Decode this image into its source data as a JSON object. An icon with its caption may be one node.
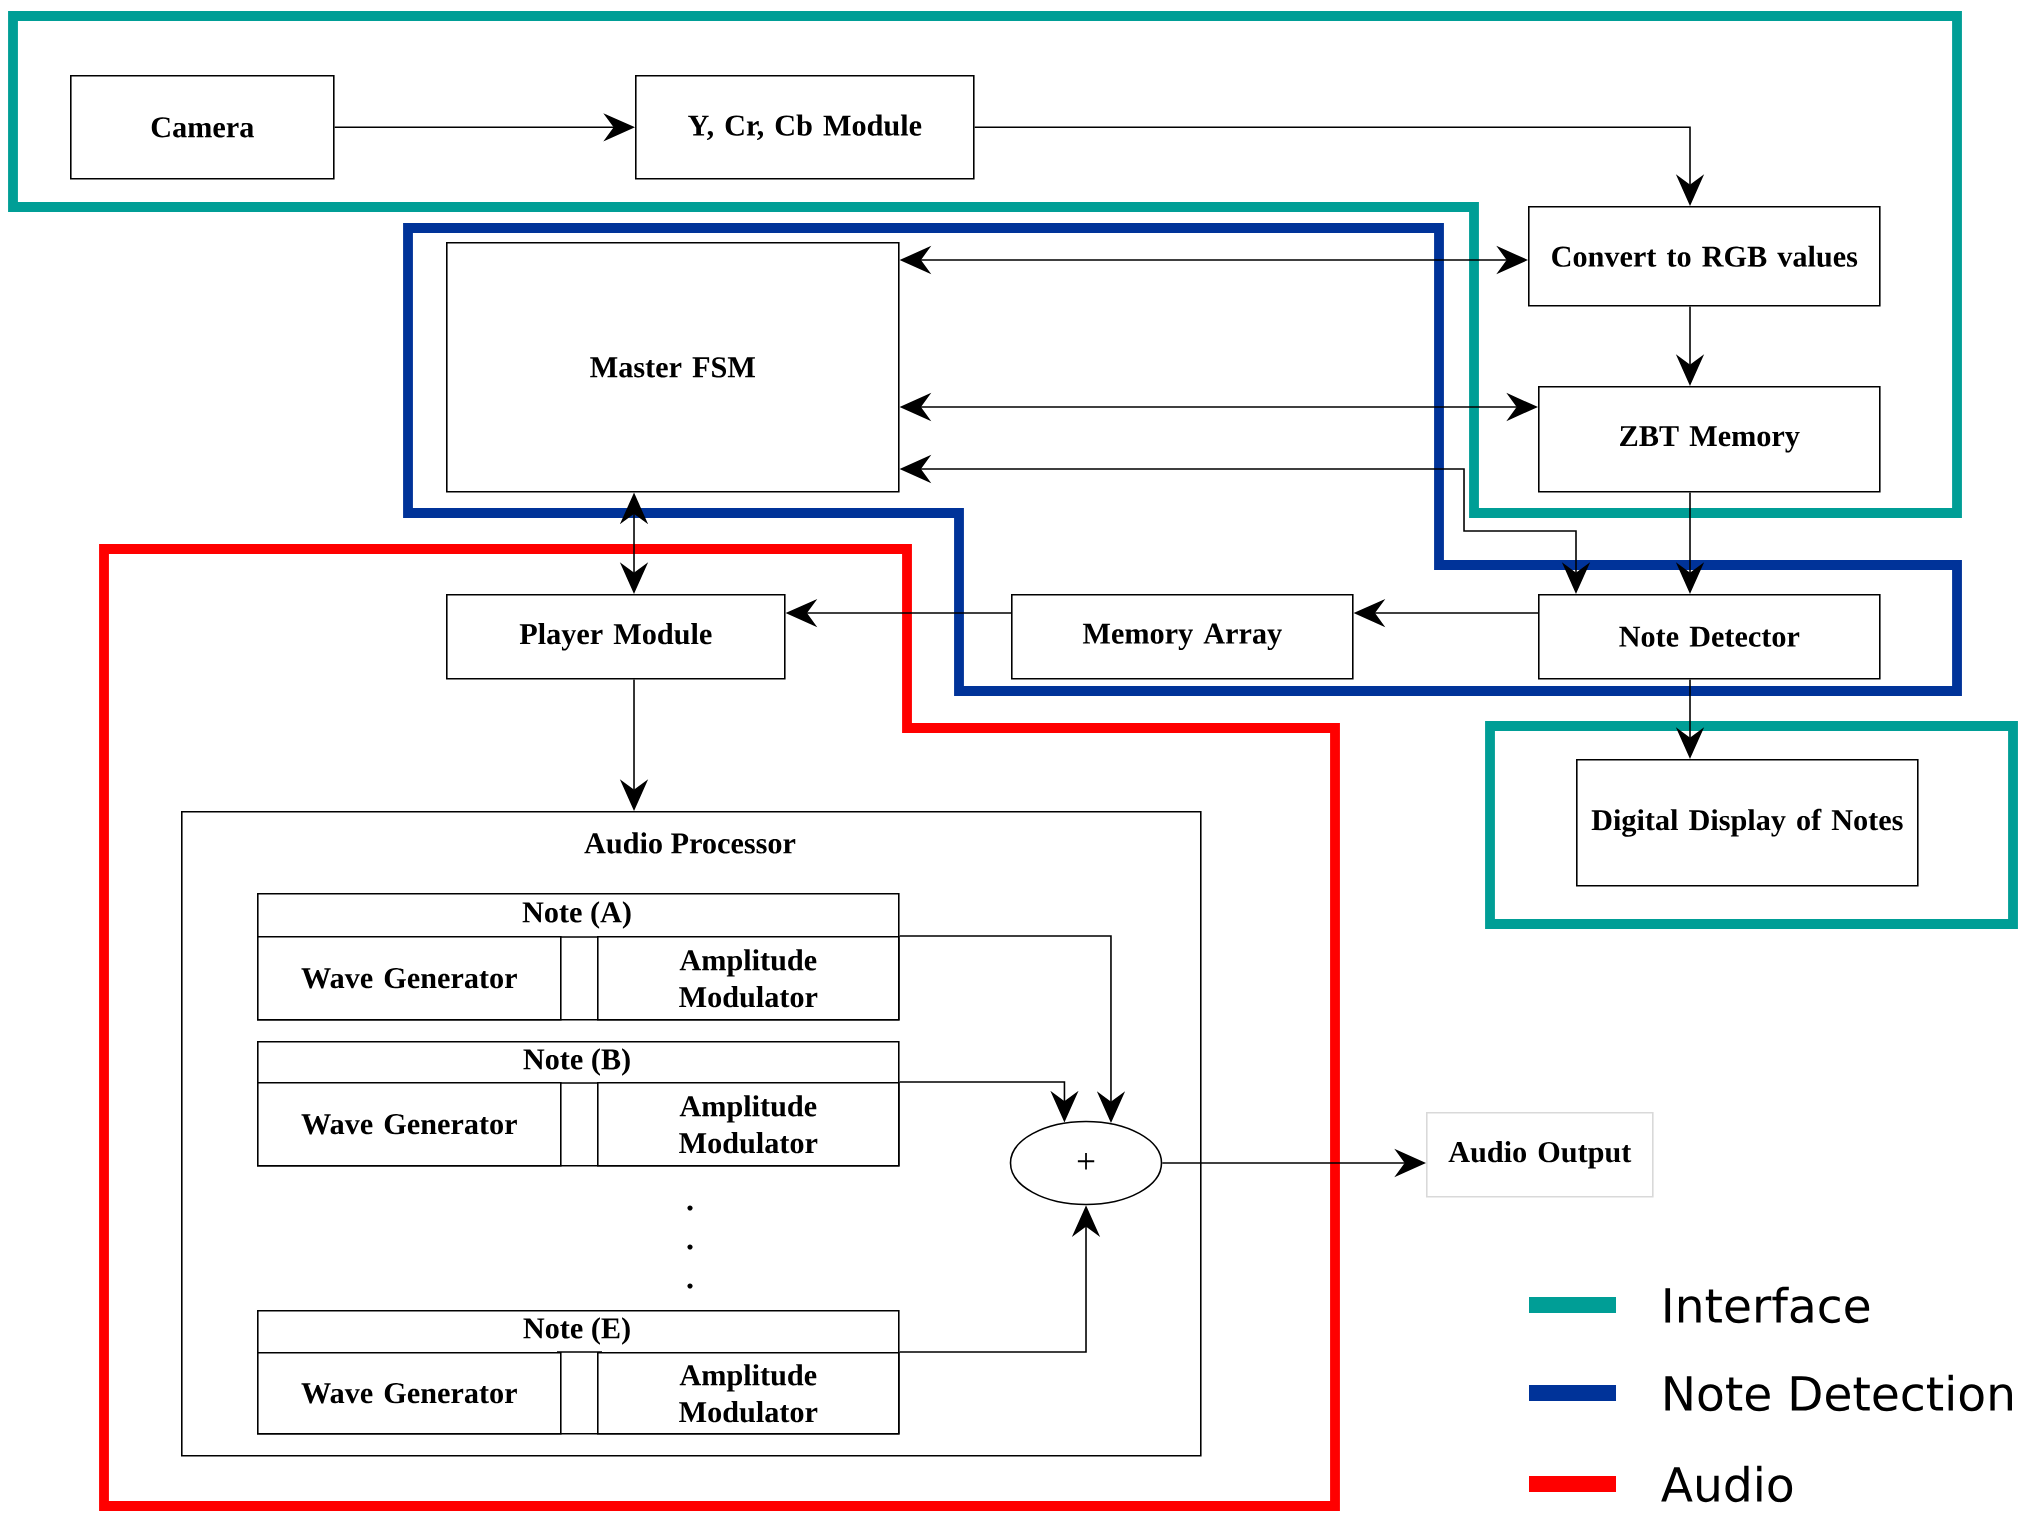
{
  "diagram": {
    "nodes": [
      {
        "text": [
          "Camera"
        ]
      },
      {
        "text": [
          "Y, Cr, Cb Module"
        ]
      },
      {
        "text": [
          "Convert to RGB values"
        ]
      },
      {
        "text": [
          "Master FSM"
        ]
      },
      {
        "text": [
          "ZBT Memory"
        ]
      },
      {
        "text": [
          "Player Module"
        ]
      },
      {
        "text": [
          "Memory Array"
        ]
      },
      {
        "text": [
          "Note Detector"
        ]
      },
      {
        "text": [
          "Digital Display of Notes"
        ]
      },
      {
        "text": [
          "Audio Processor"
        ]
      },
      {
        "text": [
          "Note (A)"
        ],
        "in": 9
      },
      {
        "text": [
          "Wave Generator"
        ],
        "in": 10
      },
      {
        "text": [
          "Amplitude Modulator"
        ],
        "in": 10
      },
      {
        "text": [
          "Note (B)"
        ],
        "in": 9
      },
      {
        "text": [
          "Wave Generator"
        ],
        "in": 13
      },
      {
        "text": [
          "Amplitude Modulator"
        ],
        "in": 13
      },
      {
        "text": [
          "Note (E)"
        ],
        "in": 9
      },
      {
        "text": [
          "Wave Generator"
        ],
        "in": 16
      },
      {
        "text": [
          "Amplitude Modulator"
        ],
        "in": 16
      },
      {
        "text": [
          "+"
        ],
        "in": 9
      },
      {
        "text": [
          "Audio Output"
        ]
      }
    ],
    "edges": [
      {
        "from": 0,
        "to": 1,
        "arrow": "to"
      },
      {
        "from": 1,
        "to": 2,
        "arrow": "to"
      },
      {
        "from": 3,
        "to": 2,
        "arrow": "both"
      },
      {
        "from": 2,
        "to": 4,
        "arrow": "to"
      },
      {
        "from": 3,
        "to": 4,
        "arrow": "both"
      },
      {
        "from": 4,
        "to": 7,
        "arrow": "to"
      },
      {
        "from": 3,
        "to": 7,
        "arrow": "both"
      },
      {
        "from": 7,
        "to": 6,
        "arrow": "to"
      },
      {
        "from": 6,
        "to": 5,
        "arrow": "to"
      },
      {
        "from": 3,
        "to": 5,
        "arrow": "both"
      },
      {
        "from": 5,
        "to": 9,
        "arrow": "to"
      },
      {
        "from": 7,
        "to": 8,
        "arrow": "to"
      },
      {
        "from": 10,
        "to": 19,
        "arrow": "to"
      },
      {
        "from": 13,
        "to": 19,
        "arrow": "to"
      },
      {
        "from": 16,
        "to": 19,
        "arrow": "to"
      },
      {
        "from": 19,
        "to": 20,
        "arrow": "to"
      }
    ],
    "legend": [
      {
        "text": "Interface",
        "color": "#009e96"
      },
      {
        "text": "Note Detection",
        "color": "#003399"
      },
      {
        "text": "Audio",
        "color": "#ff0000"
      }
    ]
  }
}
